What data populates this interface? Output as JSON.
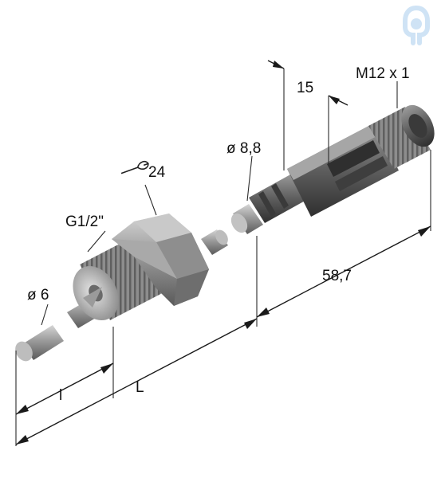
{
  "dimensions": {
    "thread_label": "G1/2\"",
    "wrench_size": "24",
    "sensor_diameter": "ø 6",
    "rod_diameter": "ø 8,8",
    "distance_15": "15",
    "connector_label": "M12 x 1",
    "length_58_7": "58,7",
    "length_l_small": "l",
    "length_L": "L"
  },
  "icons": {
    "wrench": "wrench-icon",
    "brand": "sensor-brand-icon"
  },
  "colors": {
    "body_gray": "#8a8a8a",
    "dark_gray": "#4a4a4a",
    "brand_blue": "#cfe3f5"
  }
}
